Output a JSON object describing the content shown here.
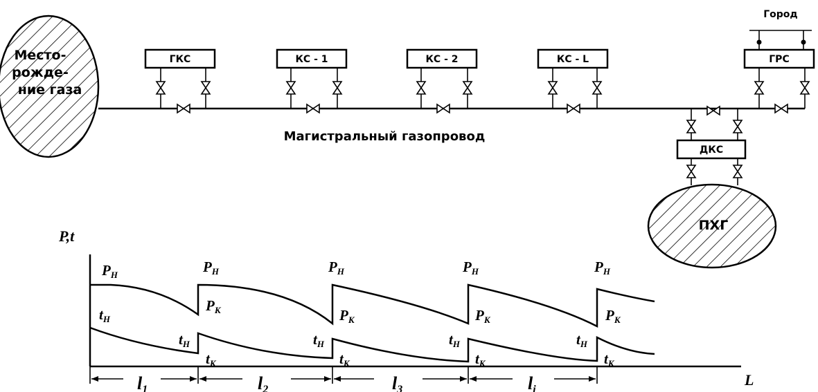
{
  "diagram": {
    "source_field": {
      "lines": [
        "Место-",
        "рожде-",
        "ние газа"
      ]
    },
    "stations": [
      "ГКС",
      "КС - 1",
      "КС - 2",
      "КС - L",
      "ГРС"
    ],
    "city": "Город",
    "pipeline_label": "Магистральный газопровод",
    "booster_station": "ДКС",
    "storage": "ПХГ"
  },
  "graph": {
    "y_axis_label": "P,t",
    "x_axis_label": "L",
    "pressure_start": "P",
    "pressure_start_sub": "Н",
    "pressure_end": "P",
    "pressure_end_sub": "К",
    "temp_start": "t",
    "temp_start_sub": "Н",
    "temp_end": "t",
    "temp_end_sub": "К",
    "segments": [
      {
        "name": "l",
        "sub": "1"
      },
      {
        "name": "l",
        "sub": "2"
      },
      {
        "name": "l",
        "sub": "3"
      },
      {
        "name": "l",
        "sub": "i"
      }
    ]
  },
  "colors": {
    "line": "#000000",
    "background": "#ffffff"
  }
}
